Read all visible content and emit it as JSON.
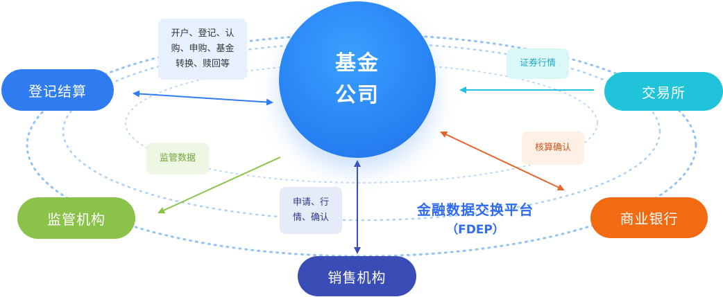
{
  "center": {
    "line1": "基金",
    "line2": "公司"
  },
  "nodes": {
    "registry": "登记结算",
    "exchange": "交易所",
    "regulator": "监管机构",
    "bank": "商业银行",
    "sales": "销售机构"
  },
  "tags": {
    "registry_ops": {
      "line1": "开户、登记、认",
      "line2": "购、申购、基金",
      "line3": "转换、赎回等"
    },
    "securities_quote": "证券行情",
    "reconcile": "核算确认",
    "supervision_data": "监管数据",
    "apply_confirm": {
      "line1": "申请、行",
      "line2": "情、确认"
    }
  },
  "platform": {
    "name": "金融数据交换平台",
    "abbr": "（FDEP）"
  },
  "colors": {
    "center": "#2a86f5",
    "registry": "#2f7cf0",
    "exchange": "#20c3d9",
    "regulator": "#8bc34a",
    "bank": "#f26a12",
    "sales": "#3a4cb5",
    "platform_text": "#2f6bf2"
  }
}
